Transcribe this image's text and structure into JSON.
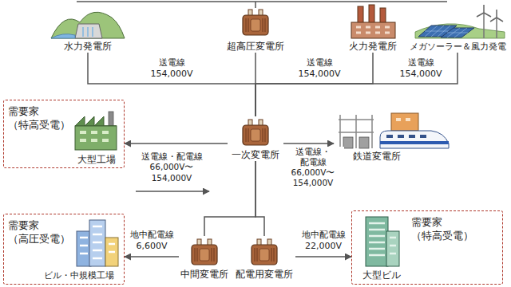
{
  "diagram": {
    "nodes": [
      {
        "text": [
          "水力発電所"
        ]
      },
      {
        "text": [
          "超高圧変電所"
        ]
      },
      {
        "text": [
          "火力発電所"
        ]
      },
      {
        "text": [
          "メガソーラー＆風力発電"
        ]
      },
      {
        "text": [
          "需要家 （特高受電）"
        ]
      },
      {
        "text": [
          "大型工場"
        ],
        "in": 4
      },
      {
        "text": [
          "一次変電所"
        ]
      },
      {
        "text": [
          "鉄道変電所"
        ]
      },
      {
        "text": [
          "需要家 （高圧受電）"
        ]
      },
      {
        "text": [
          "ビル・中規模工場"
        ],
        "in": 8
      },
      {
        "text": [
          "中間変電所"
        ]
      },
      {
        "text": [
          "配電用変電所"
        ]
      },
      {
        "text": [
          "需要家 （特高受電）"
        ]
      },
      {
        "text": [
          "大型ビル"
        ],
        "in": 12
      }
    ],
    "edges": [
      {
        "from": 0,
        "to": 6,
        "arrow": "none",
        "label": "送電線 154,000V"
      },
      {
        "from": 1,
        "to": 6,
        "arrow": "none"
      },
      {
        "from": 2,
        "to": 6,
        "arrow": "none",
        "label": "送電線 154,000V"
      },
      {
        "from": 3,
        "to": 6,
        "arrow": "none",
        "label": "送電線 154,000V"
      },
      {
        "from": 6,
        "to": 4,
        "arrow": "to",
        "label": "送電線・配電線 66,000V〜 154,000V"
      },
      {
        "from": 6,
        "to": 7,
        "arrow": "to",
        "label": "送電線・配電線 66,000V〜 154,000V"
      },
      {
        "from": 6,
        "to": 10,
        "arrow": "none"
      },
      {
        "from": 6,
        "to": 11,
        "arrow": "none"
      },
      {
        "from": 10,
        "to": 8,
        "arrow": "to",
        "label": "地中配電線 6,600V"
      },
      {
        "from": 11,
        "to": 12,
        "arrow": "to",
        "label": "地中配電線 22,000V"
      }
    ]
  }
}
